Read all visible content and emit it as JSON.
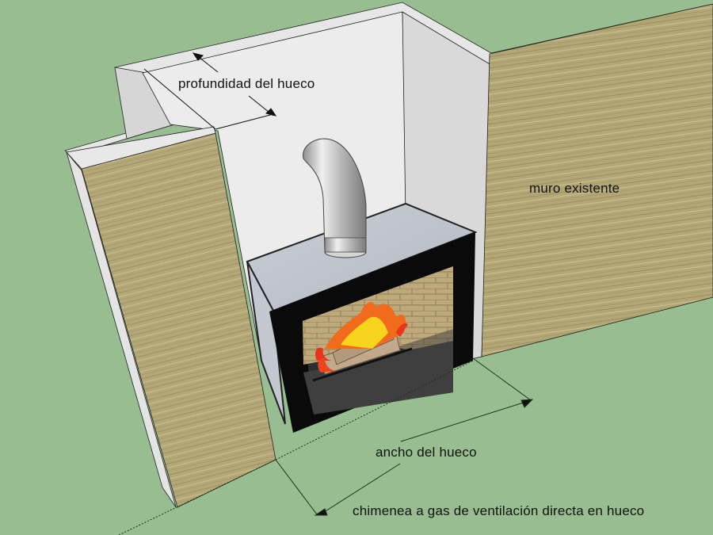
{
  "colors": {
    "ground": "#97bd91",
    "wall_white": "#ececec",
    "wall_shadow": "#d4d4d4",
    "wood": "#b3a777",
    "stove_top": "#c4c9d2",
    "stove_frame": "#0a0a0a",
    "firebox_floor": "#3d3d3d",
    "brick": "#bda87a",
    "flame_orange": "#f26a1b",
    "flame_yellow": "#f7d51c",
    "flue": "#c9c9c9"
  },
  "labels": {
    "depth": "profundidad del hueco",
    "existing_wall": "muro existente",
    "width": "ancho del hueco",
    "caption": "chimenea a gas de ventilación directa en hueco"
  }
}
